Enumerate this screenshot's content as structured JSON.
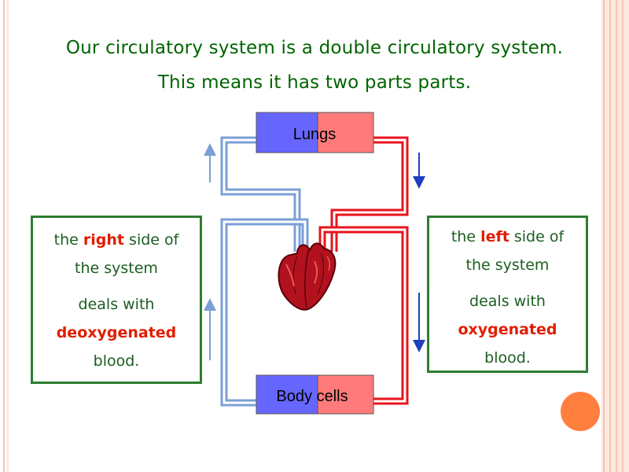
{
  "title": {
    "line1": "Our circulatory system is a double circulatory system.",
    "line2": "This means it has two parts parts."
  },
  "right_box": {
    "prefix": "the",
    "emphasis": "right",
    "suffix": "side of",
    "line2": "the system",
    "line3": "deals with",
    "line4": "deoxygenated",
    "line5": "blood."
  },
  "left_box": {
    "prefix": "the",
    "emphasis": "left",
    "suffix": "side of",
    "line2": "the system",
    "line3": "deals with",
    "line4": "oxygenated",
    "line5": "blood."
  },
  "diagram": {
    "top_organ": "Lungs",
    "bottom_organ_part1": "Body ",
    "bottom_organ_part2": "cells"
  },
  "colors": {
    "deoxygenated": "#7b9fd6",
    "oxygenated": "#e8141e",
    "box_blue": "#6666ff",
    "box_red": "#ff7b7b",
    "title_green": "#006400",
    "border_green": "#2e7d32",
    "accent_orange": "#ff7f3f"
  }
}
